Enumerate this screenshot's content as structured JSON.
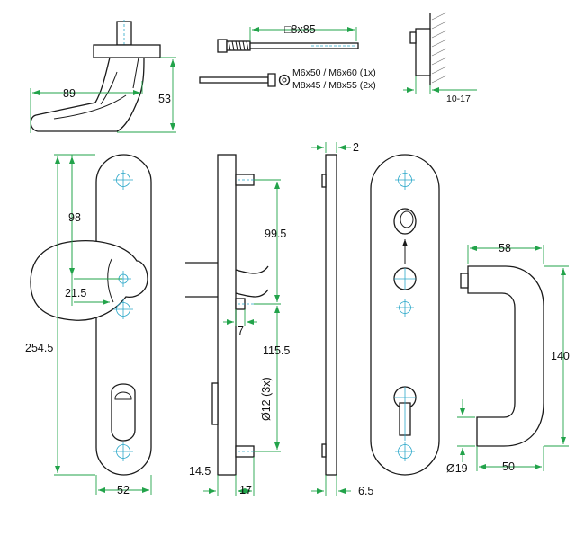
{
  "labels": {
    "screw_size": "□8x85",
    "screws_line1": "M6x50 / M6x60 (1x)",
    "screws_line2": "M8x45 / M8x55 (2x)",
    "door_thickness": "10-17",
    "lever_length": "89",
    "lever_height": "53",
    "plate_gap": "2",
    "knob_top": "98",
    "knob_offset": "21.5",
    "plate_length": "254.5",
    "plate_width": "52",
    "bolt_upper": "99.5",
    "bolt_lower": "115.5",
    "bore": "Ø12 (3x)",
    "bolt_offset": "7",
    "plate_depth": "14.5",
    "pin_length": "17",
    "plate_thickness": "6.5",
    "pull_top": "58",
    "pull_height": "140",
    "pull_diameter": "Ø19",
    "pull_bottom": "50"
  },
  "colors": {
    "outline": "#1a1a1a",
    "dimension": "#22a34a",
    "centerline": "#2aa7c9"
  }
}
